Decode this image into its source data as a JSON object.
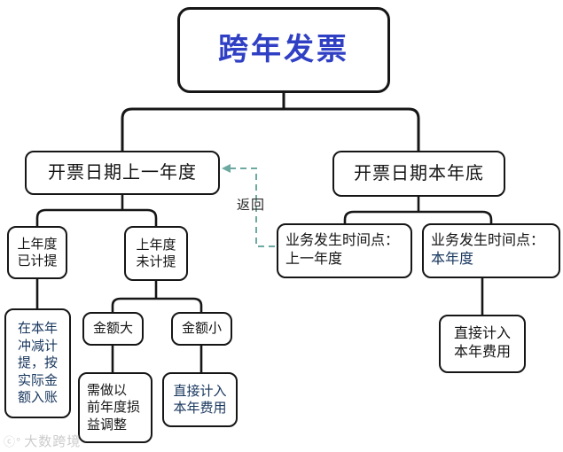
{
  "colors": {
    "title_blue": "#3040c4",
    "navy_text": "#17365d",
    "box_border": "#161616",
    "return_dash_teal": "#6ba9a1",
    "watermark_gray": "#cccccc"
  },
  "nodes": {
    "title": {
      "label": "跨年发票"
    },
    "invoice_date_prior_year": {
      "label": "开票日期上一年度"
    },
    "invoice_date_year_end": {
      "label": "开票日期本年底"
    },
    "prior_year_accrued": {
      "label": "上年度\n已计提"
    },
    "prior_year_not_accrued": {
      "label": "上年度\n未计提"
    },
    "reverse_accrual_current_year": {
      "label": "在本年\n冲减计\n提，按\n实际金\n额入账"
    },
    "amount_large": {
      "label": "金额大"
    },
    "amount_small": {
      "label": "金额小"
    },
    "prior_year_pl_adjustment": {
      "label": "需做以\n前年度损\n益调整"
    },
    "expense_current_year_small": {
      "label": "直接计入\n本年费用"
    },
    "business_time_prior_year": {
      "line1": "业务发生时间点：",
      "line2": "上一年度"
    },
    "business_time_current_year": {
      "line1": "业务发生时间点：",
      "line2": "本年度"
    },
    "expense_current_year_right": {
      "label": "直接计入\n本年费用"
    }
  },
  "annotations": {
    "return_label": "返回"
  },
  "watermark": {
    "text": "大数跨境"
  }
}
